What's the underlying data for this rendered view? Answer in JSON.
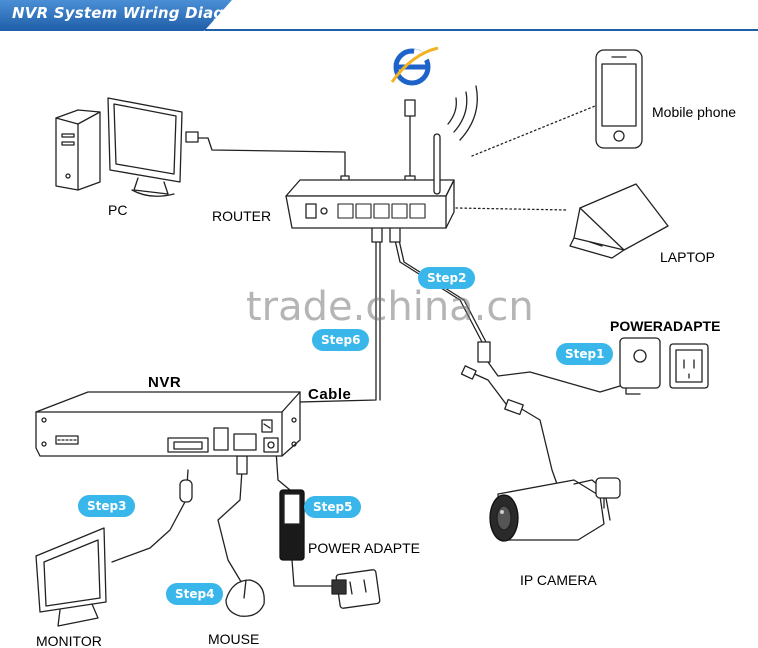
{
  "title": "NVR System Wiring Diagram",
  "labels": {
    "mobile_phone": "Mobile phone",
    "pc": "PC",
    "router": "ROUTER",
    "laptop": "LAPTOP",
    "power_adapter_top": "POWERADAPTE",
    "nvr": "NVR",
    "cable": "Cable",
    "power_adapter_bottom": "POWER ADAPTE",
    "ip_camera": "IP CAMERA",
    "monitor": "MONITOR",
    "mouse": "MOUSE"
  },
  "steps": {
    "step1": "Step1",
    "step2": "Step2",
    "step3": "Step3",
    "step4": "Step4",
    "step5": "Step5",
    "step6": "Step6"
  },
  "watermark": "trade.china.cn",
  "colors": {
    "title_bar": "#1f5ea8",
    "step_badge": "#39b6ea",
    "line_art": "#222222",
    "browser_icon": "#1e63c9"
  },
  "icons": [
    "internet-explorer-icon",
    "wifi-signal-icon"
  ]
}
